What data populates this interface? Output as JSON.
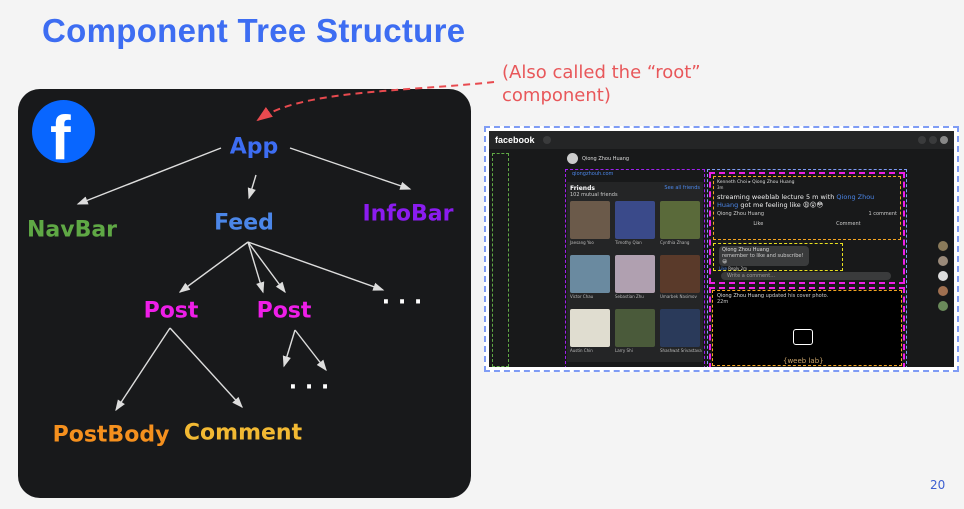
{
  "slide": {
    "title": "Component Tree Structure",
    "note_line1": "(Also called the “root”",
    "note_line2": "component)",
    "page_number": "20"
  },
  "tree": {
    "app": "App",
    "navbar": "NavBar",
    "feed": "Feed",
    "infobar": "InfoBar",
    "post1": "Post",
    "post2": "Post",
    "ellipsis1": ". . .",
    "ellipsis2": ". . .",
    "postbody": "PostBody",
    "comment": "Comment"
  },
  "colors": {
    "app": "#3d6df2",
    "navbar": "#5fa845",
    "feed": "#4b86e8",
    "infobar": "#8b1cf0",
    "post": "#ee1ee8",
    "leaf": "#f5a623"
  },
  "screenshot": {
    "brand": "facebook",
    "profile_name": "Qiong Zhou Huang",
    "website": "qiongzhouh.com",
    "friends_title": "Friends",
    "see_all": "See all friends",
    "mutual": "102 mutual friends",
    "friends": [
      "Jaesang Yoo",
      "Timothy Qian",
      "Cynthia Zhang",
      "Victor Chau",
      "Sebastian Zhu",
      "Umarbek Nasimov",
      "Austin Chin",
      "Larry Shi",
      "Shashwat Srivastava"
    ],
    "post1": {
      "author": "Kenneth Choi ▸ Qiong Zhou Huang",
      "time": "3m",
      "text": "streaming weeblab lecture 5 m with ",
      "mention": "Qiong Zhou Huang",
      "text_end": " got me feeling like 😩😲😳",
      "reactor": "Qiong Zhou Huang",
      "comments_count": "1 comment",
      "like": "Like",
      "comment": "Comment"
    },
    "comment": {
      "author": "Qiong Zhou Huang",
      "text": "remember to like and subscribe! 😀",
      "like": "Like",
      "reply": "Reply",
      "time": "2m",
      "placeholder": "Write a comment..."
    },
    "post2": {
      "author": "Qiong Zhou Huang",
      "action": " updated his cover photo.",
      "time": "22m",
      "cover_text": "{weeb lab}"
    }
  }
}
